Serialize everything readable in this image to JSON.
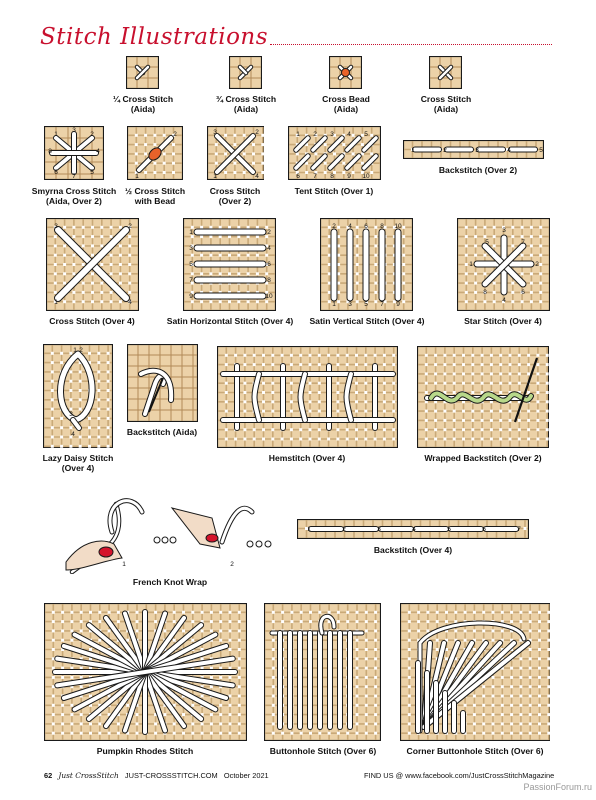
{
  "header": {
    "title": "Stitch Illustrations"
  },
  "captions": {
    "quarter_cross": [
      "¼ Cross Stitch",
      "(Aida)"
    ],
    "three_quarter_cross": [
      "¾ Cross Stitch",
      "(Aida)"
    ],
    "cross_bead": [
      "Cross Bead",
      "(Aida)"
    ],
    "cross_stitch_aida": [
      "Cross Stitch",
      "(Aida)"
    ],
    "smyrna": [
      "Smyrna Cross Stitch",
      "(Aida, Over 2)"
    ],
    "half_cross_bead": [
      "½ Cross Stitch",
      "with Bead"
    ],
    "cross_over2": [
      "Cross Stitch",
      "(Over 2)"
    ],
    "tent": [
      "Tent Stitch (Over 1)"
    ],
    "backstitch_over2": [
      "Backstitch (Over 2)"
    ],
    "cross_over4": [
      "Cross Stitch (Over 4)"
    ],
    "satin_h": [
      "Satin Horizontal Stitch (Over 4)"
    ],
    "satin_v": [
      "Satin Vertical Stitch (Over 4)"
    ],
    "star": [
      "Star Stitch (Over 4)"
    ],
    "lazy_daisy": [
      "Lazy Daisy Stitch",
      "(Over 4)"
    ],
    "backstitch_aida": [
      "Backstitch (Aida)"
    ],
    "hemstitch": [
      "Hemstitch (Over 4)"
    ],
    "wrapped_backstitch": [
      "Wrapped Backstitch (Over 2)"
    ],
    "french_knot": [
      "French Knot Wrap"
    ],
    "backstitch_over4": [
      "Backstitch (Over 4)"
    ],
    "pumpkin_rhodes": [
      "Pumpkin Rhodes Stitch"
    ],
    "buttonhole": [
      "Buttonhole Stitch (Over 6)"
    ],
    "corner_buttonhole": [
      "Corner Buttonhole Stitch (Over 6)"
    ]
  },
  "numbers": {
    "smyrna": [
      "1",
      "2",
      "3",
      "4",
      "5",
      "6",
      "7",
      "8"
    ],
    "half_cross": [
      "1",
      "2"
    ],
    "cross_over2": [
      "1",
      "2",
      "3",
      "4"
    ],
    "tent": [
      "1",
      "2",
      "3",
      "4",
      "5",
      "6",
      "7",
      "8",
      "9",
      "10"
    ],
    "backstitch_over2": [
      "1",
      "2",
      "3",
      "4",
      "5"
    ],
    "cross_over4": [
      "1",
      "2",
      "3",
      "4"
    ],
    "satin_h": [
      "1",
      "2",
      "3",
      "4",
      "5",
      "6",
      "7",
      "8",
      "9",
      "10"
    ],
    "satin_v": [
      "1",
      "2",
      "3",
      "4",
      "5",
      "6",
      "7",
      "8",
      "9",
      "10"
    ],
    "star": [
      "1",
      "2",
      "3",
      "4",
      "5",
      "6",
      "7",
      "8"
    ],
    "lazy_daisy": [
      "1",
      "2",
      "3",
      "4"
    ],
    "backstitch_over4": [
      "1",
      "2",
      "3",
      "4",
      "5",
      "6",
      "7"
    ],
    "french_knot": [
      "1",
      "2"
    ]
  },
  "footer": {
    "page": "62",
    "magazine": "Just CrossStitch",
    "site": "JUST-CROSSSTITCH.COM",
    "issue": "October 2021",
    "social": "FIND US @ www.facebook.com/JustCrossStitchMagazine",
    "watermark": "PassionForum.ru"
  },
  "colors": {
    "title": "#c8102e",
    "fabric": "#ecd2a8",
    "fabric_line": "#c9a978",
    "thread": "#ffffff",
    "outline": "#1a1a1a",
    "bead": "#e8622a",
    "wrap_thread": "#b8d88a",
    "finger_nail": "#d5142c"
  }
}
